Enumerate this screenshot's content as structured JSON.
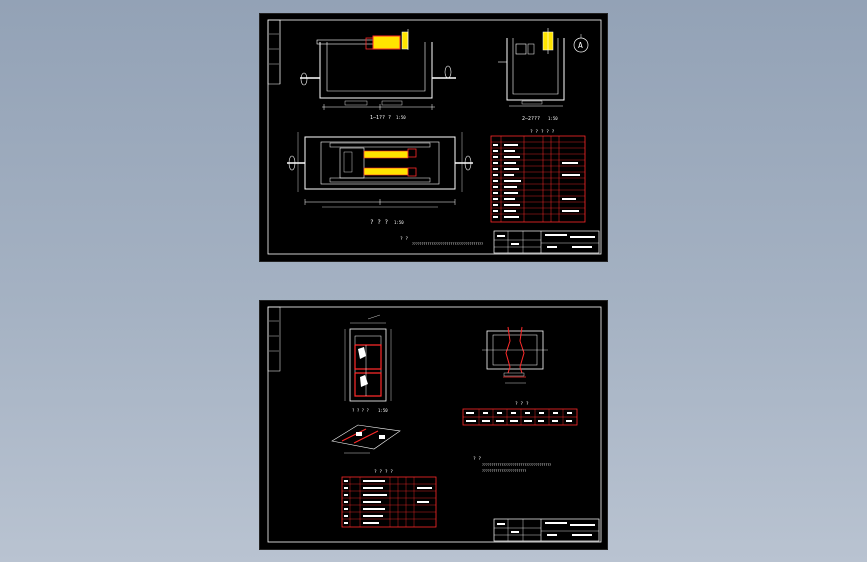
{
  "theme": {
    "background_top": "#93a2b6",
    "background_bottom": "#b9c3d1",
    "sheet_color": "#000000",
    "line_white": "#ffffff",
    "line_red": "#ff2a2a",
    "fill_yellow": "#ffe400"
  },
  "sheet_top": {
    "view_plan_label": "? ? ?",
    "view_section_1_label": "1—1?? ?",
    "view_section_2_label": "2—2???",
    "scale_1": "1:50",
    "scale_2": "1:50",
    "scale_3": "1:50",
    "north_marker": "A",
    "table_title": "? ? ? ? ?",
    "notes_title": "? ?",
    "notes_line": "?????????????????????????????????????"
  },
  "sheet_bottom": {
    "detail_label": "? ? ? ?",
    "detail_scale": "1:50",
    "table1_title": "? ? ?",
    "table2_title": "? ? ? ?",
    "notes_title": "? ?",
    "notes_line_1": "????????????????????????????????????",
    "notes_line_2": "???????????????????????"
  }
}
